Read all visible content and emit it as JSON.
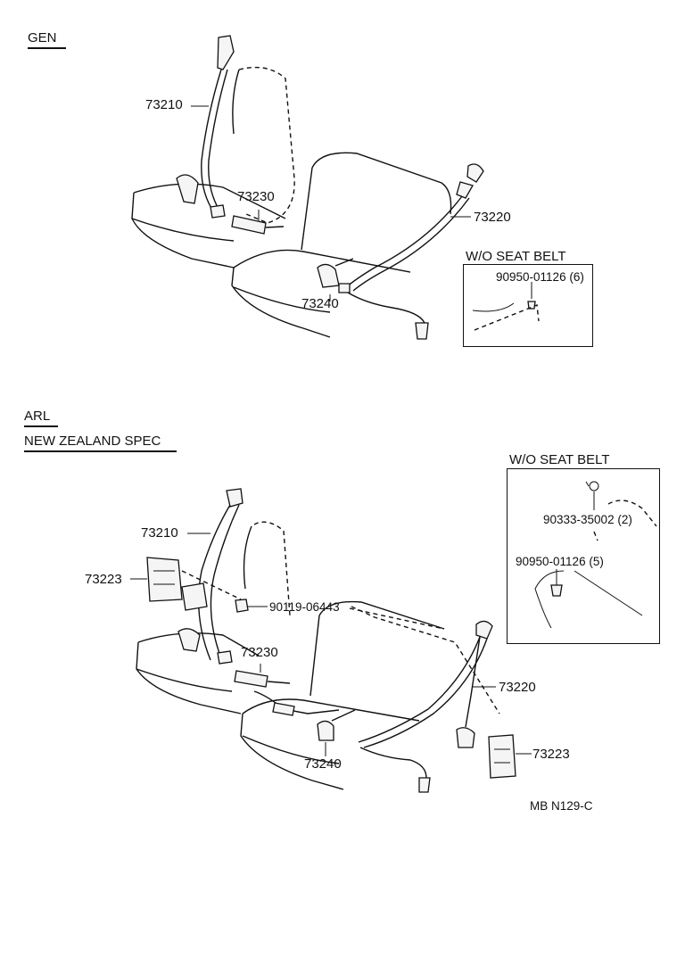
{
  "sections": {
    "gen": {
      "title": "GEN"
    },
    "arl": {
      "title": "ARL"
    },
    "nz": {
      "title": "NEW ZEALAND SPEC"
    }
  },
  "gen_labels": {
    "p73210": "73210",
    "p73230": "73230",
    "p73220": "73220",
    "p73240": "73240"
  },
  "gen_box": {
    "title": "W/O SEAT  BELT",
    "part": "90950-01126 (6)"
  },
  "arl_labels": {
    "p73210": "73210",
    "p73223_left": "73223",
    "p90119": "90119-06443",
    "p73230": "73230",
    "p73220": "73220",
    "p73240": "73240",
    "p73223_right": "73223"
  },
  "arl_box": {
    "title": "W/O SEAT BELT",
    "part1": "90333-35002 (2)",
    "part2": "90950-01126 (5)"
  },
  "footer": {
    "code": "MB N129-C"
  }
}
